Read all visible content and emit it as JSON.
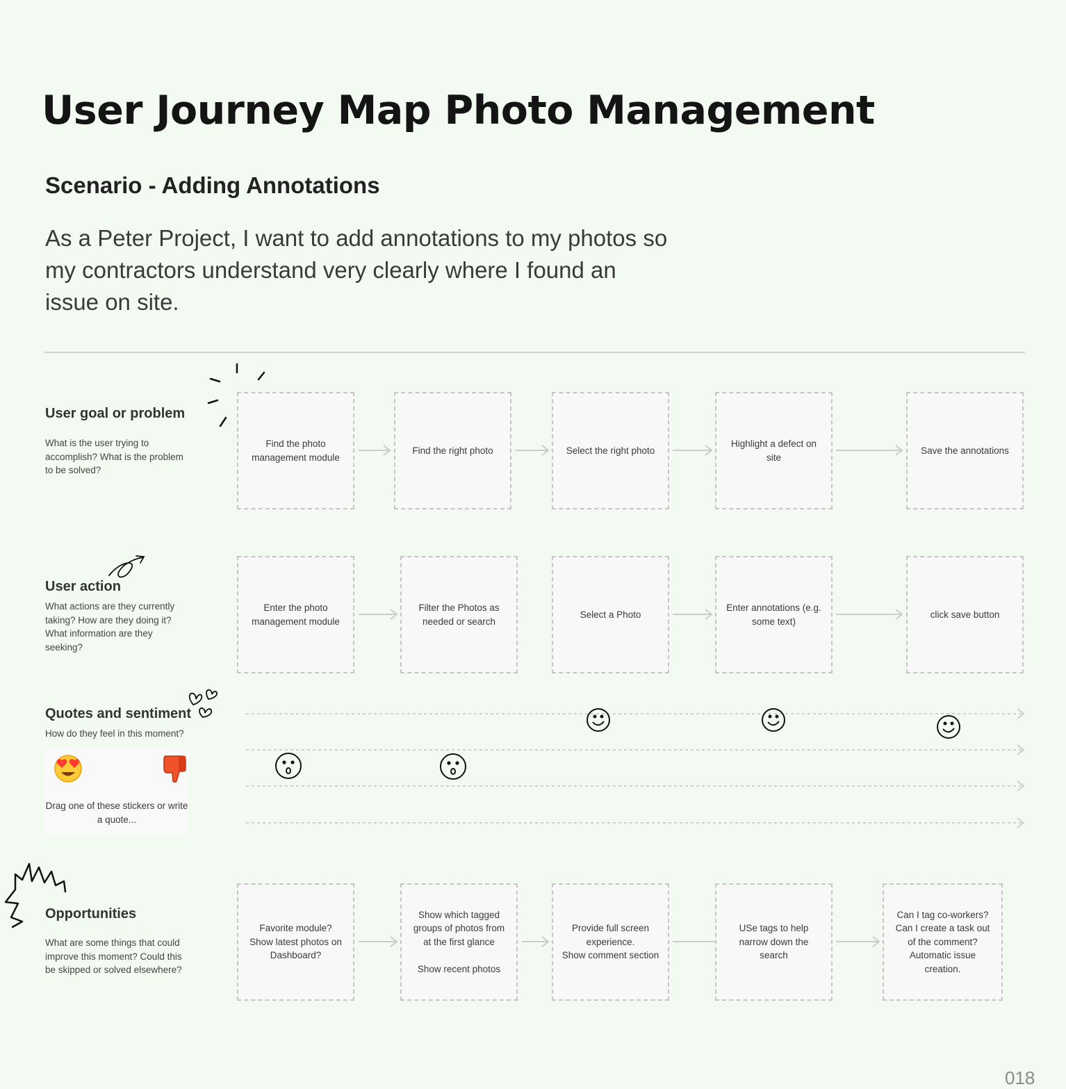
{
  "title": "User Journey Map Photo Management",
  "subtitle": "Scenario - Adding Annotations",
  "story": "As a Peter Project, I want to add annotations to my photos so my contractors understand very clearly where I found an issue on site.",
  "rows": {
    "goal": {
      "heading": "User goal or problem",
      "description": "What is the user trying to accomplish? What is the problem to be solved?",
      "cards": [
        "Find the photo\nmanagement module",
        "Find the right photo",
        "Select the right photo",
        "Highlight a defect on\nsite",
        "Save the annotations"
      ]
    },
    "action": {
      "heading": "User action",
      "description": "What actions are they currently taking? How are they doing it? What information are they seeking?",
      "cards": [
        "Enter the photo\nmanagement module",
        "Filter the Photos as\nneeded or search",
        "Select a Photo",
        "Enter annotations (e.g.\nsome text)",
        "click save button"
      ]
    },
    "sentiment": {
      "heading": "Quotes and sentiment",
      "description": "How do they feel in this moment?",
      "sticker_hint": "Drag one of these stickers or write a quote...",
      "stickers": [
        "heart-eyes-emoji",
        "thumbs-down-emoji"
      ],
      "faces": [
        {
          "step": 1,
          "mood": "surprised"
        },
        {
          "step": 2,
          "mood": "surprised"
        },
        {
          "step": 3,
          "mood": "smile"
        },
        {
          "step": 4,
          "mood": "smile"
        },
        {
          "step": 5,
          "mood": "smile"
        }
      ]
    },
    "opportunities": {
      "heading": "Opportunities",
      "description": "What are some things that could improve this moment? Could this be skipped or solved elsewhere?",
      "cards": [
        "Favorite module?\nShow latest photos on\nDashboard?",
        "Show which tagged\ngroups of photos from\nat the first glance\n\nShow recent photos",
        "Provide full screen\nexperience.\nShow comment section",
        "USe tags to help\nnarrow down the\nsearch",
        "Can I tag co-workers?\nCan I create a task out\nof the comment?\nAutomatic issue\ncreation."
      ]
    }
  },
  "page_number": "018",
  "colors": {
    "background": "#f2faf2",
    "card_border": "#c5c5c5",
    "card_fill": "#f8f8f8",
    "connector": "#cccccc"
  }
}
